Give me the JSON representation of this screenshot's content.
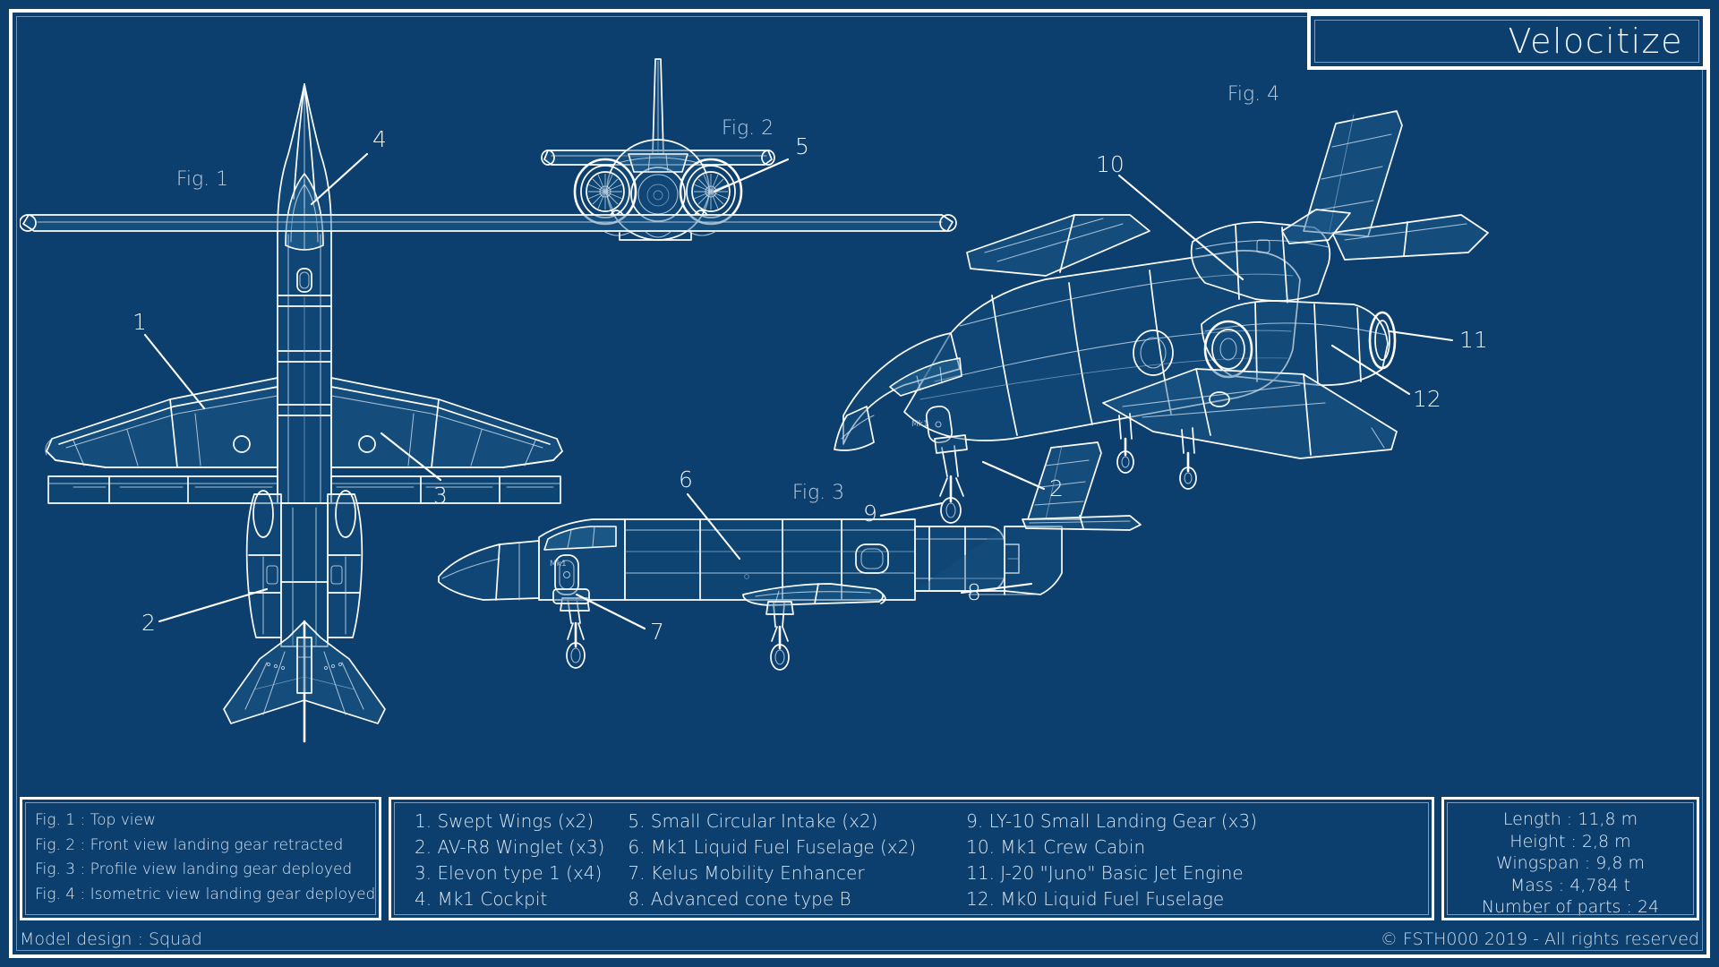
{
  "document": {
    "title": "Velocitize",
    "background_color": "#0d3f6e",
    "line_color": "#ffffff",
    "text_color": "#d7e5f1"
  },
  "figures": [
    {
      "id": "fig1",
      "label": "Fig. 1",
      "view": "top-view"
    },
    {
      "id": "fig2",
      "label": "Fig. 2",
      "view": "front-view"
    },
    {
      "id": "fig3",
      "label": "Fig. 3",
      "view": "profile-view"
    },
    {
      "id": "fig4",
      "label": "Fig. 4",
      "view": "isometric-view"
    }
  ],
  "callouts": [
    {
      "n": "1",
      "figure": "fig1"
    },
    {
      "n": "2",
      "figure": "fig1"
    },
    {
      "n": "3",
      "figure": "fig1"
    },
    {
      "n": "4",
      "figure": "fig1"
    },
    {
      "n": "5",
      "figure": "fig2"
    },
    {
      "n": "6",
      "figure": "fig3"
    },
    {
      "n": "7",
      "figure": "fig3"
    },
    {
      "n": "8",
      "figure": "fig3"
    },
    {
      "n": "2b",
      "label": "2",
      "figure": "fig3"
    },
    {
      "n": "9",
      "figure": "fig4"
    },
    {
      "n": "10",
      "figure": "fig4"
    },
    {
      "n": "11",
      "figure": "fig4"
    },
    {
      "n": "12",
      "figure": "fig4"
    }
  ],
  "figure_legend": [
    "Fig. 1 : Top view",
    "Fig. 2 : Front view landing gear retracted",
    "Fig. 3 : Profile view landing gear deployed",
    "Fig. 4 : Isometric view landing gear deployed"
  ],
  "parts_list": {
    "column1": [
      "1. Swept Wings (x2)",
      "2. AV-R8 Winglet (x3)",
      "3. Elevon type 1 (x4)",
      "4. Mk1 Cockpit"
    ],
    "column2": [
      "5. Small Circular Intake (x2)",
      "6. Mk1 Liquid Fuel Fuselage (x2)",
      "7. Kelus Mobility Enhancer",
      "8. Advanced cone type B"
    ],
    "column3": [
      "9. LY-10 Small Landing Gear (x3)",
      "10. Mk1 Crew Cabin",
      "11. J-20 \"Juno\" Basic Jet Engine",
      "12. Mk0 Liquid Fuel Fuselage"
    ]
  },
  "specifications": [
    "Length : 11,8 m",
    "Height : 2,8 m",
    "Wingspan : 9,8 m",
    "Mass : 4,784 t",
    "Number of parts : 24"
  ],
  "footer": {
    "left": "Model design : Squad",
    "right": "© FSTH000 2019 - All rights reserved"
  }
}
